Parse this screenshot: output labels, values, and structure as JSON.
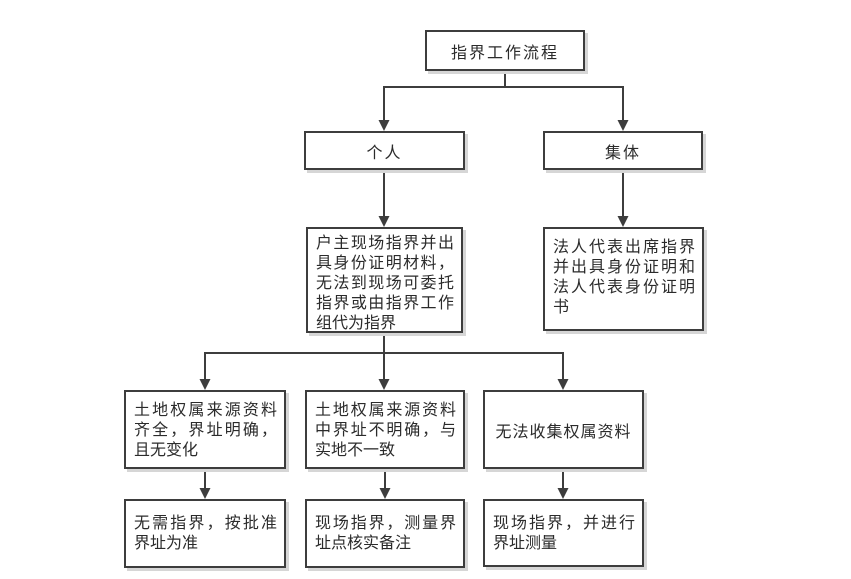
{
  "theme": {
    "bg_color": "#ffffff",
    "line_color": "#3d3d3d",
    "shadow_color": "#d6d6d6",
    "text_color": "#2b2b2b"
  },
  "flowchart": {
    "nodes": {
      "root": {
        "label": "指界工作流程"
      },
      "individual": {
        "label": "个人"
      },
      "collective": {
        "label": "集体"
      },
      "individual_detail": {
        "label": "户主现场指界并出具身份证明材料，无法到现场可委托指界或由指界工作组代为指界"
      },
      "collective_detail": {
        "label": "法人代表出席指界并出具身份证明和法人代表身份证明书"
      },
      "case_complete": {
        "label": "土地权属来源资料齐全，界址明确，且无变化"
      },
      "case_unclear": {
        "label": "土地权属来源资料中界址不明确，与实地不一致"
      },
      "case_missing": {
        "label": "无法收集权属资料"
      },
      "action_no_pointing": {
        "label": "无需指界，按批准界址为准"
      },
      "action_verify": {
        "label": "现场指界，测量界址点核实备注"
      },
      "action_measure": {
        "label": "现场指界，并进行界址测量"
      }
    }
  }
}
